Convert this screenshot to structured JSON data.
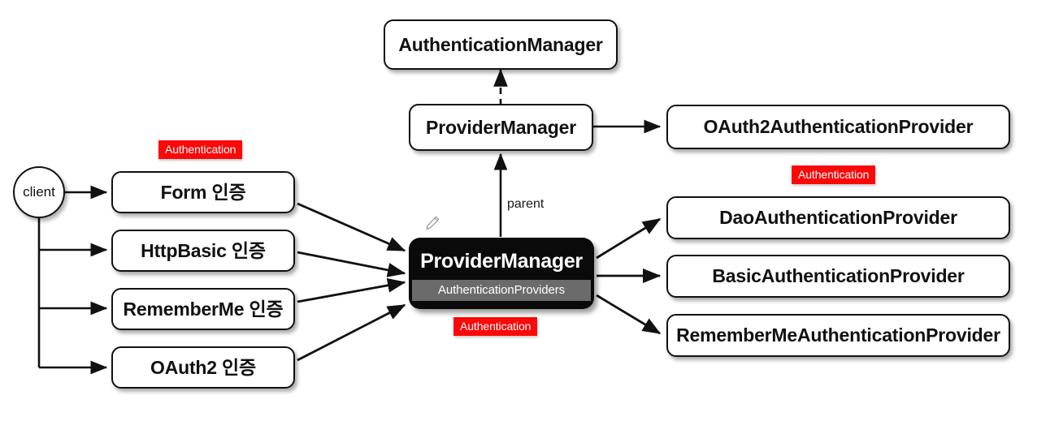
{
  "diagram": {
    "title": "Spring Security AuthenticationManager / ProviderManager flow",
    "accent_red": "#fb0808",
    "black": "#0a0a0a",
    "gray_bar": "#6b6b6b"
  },
  "actor": {
    "label": "client"
  },
  "top": {
    "authentication_manager": "AuthenticationManager",
    "provider_manager": "ProviderManager"
  },
  "left_column": {
    "items": [
      {
        "label": "Form 인증"
      },
      {
        "label": "HttpBasic 인증"
      },
      {
        "label": "RememberMe 인증"
      },
      {
        "label": "OAuth2 인증"
      }
    ]
  },
  "center": {
    "title": "ProviderManager",
    "subtitle": "AuthenticationProviders"
  },
  "right_column": {
    "items": [
      {
        "label": "OAuth2AuthenticationProvider"
      },
      {
        "label": "DaoAuthenticationProvider"
      },
      {
        "label": "BasicAuthenticationProvider"
      },
      {
        "label": "RememberMeAuthenticationProvider"
      }
    ]
  },
  "badges": [
    {
      "label": "Authentication"
    },
    {
      "label": "Authentication"
    },
    {
      "label": "Authentication"
    }
  ],
  "edge_labels": [
    {
      "label": "parent"
    }
  ],
  "icons": [
    {
      "name": "pencil-icon"
    }
  ]
}
